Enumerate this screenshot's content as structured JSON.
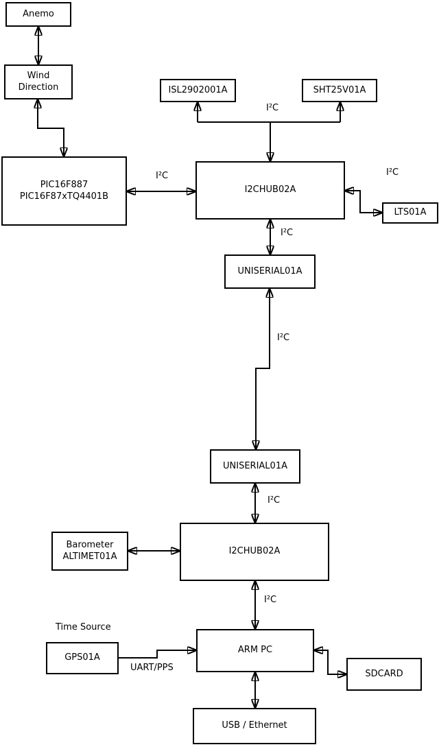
{
  "diagram": {
    "nodes": {
      "anemo": {
        "label": "Anemo"
      },
      "wind": {
        "lines": [
          "Wind",
          "Direction"
        ]
      },
      "pic": {
        "lines": [
          "PIC16F887",
          "PIC16F87xTQ4401B"
        ]
      },
      "isl": {
        "label": "ISL2902001A"
      },
      "sht": {
        "label": "SHT25V01A"
      },
      "hub1": {
        "label": "I2CHUB02A"
      },
      "lts": {
        "label": "LTS01A"
      },
      "uniserial1": {
        "label": "UNISERIAL01A"
      },
      "uniserial2": {
        "label": "UNISERIAL01A"
      },
      "hub2": {
        "label": "I2CHUB02A"
      },
      "barometer": {
        "lines": [
          "Barometer",
          "ALTIMET01A"
        ]
      },
      "gps": {
        "label": "GPS01A"
      },
      "arm_pc": {
        "label": "ARM PC"
      },
      "sdcard": {
        "label": "SDCARD"
      },
      "usb_ethernet": {
        "label": "USB / Ethernet"
      }
    },
    "edge_labels": {
      "i2c": "I²C",
      "uart_pps": "UART/PPS",
      "time_source": "Time Source"
    },
    "colors": {
      "line": "#000000",
      "background": "#ffffff",
      "box_border": "#000000",
      "box_fill": "#ffffff"
    }
  }
}
